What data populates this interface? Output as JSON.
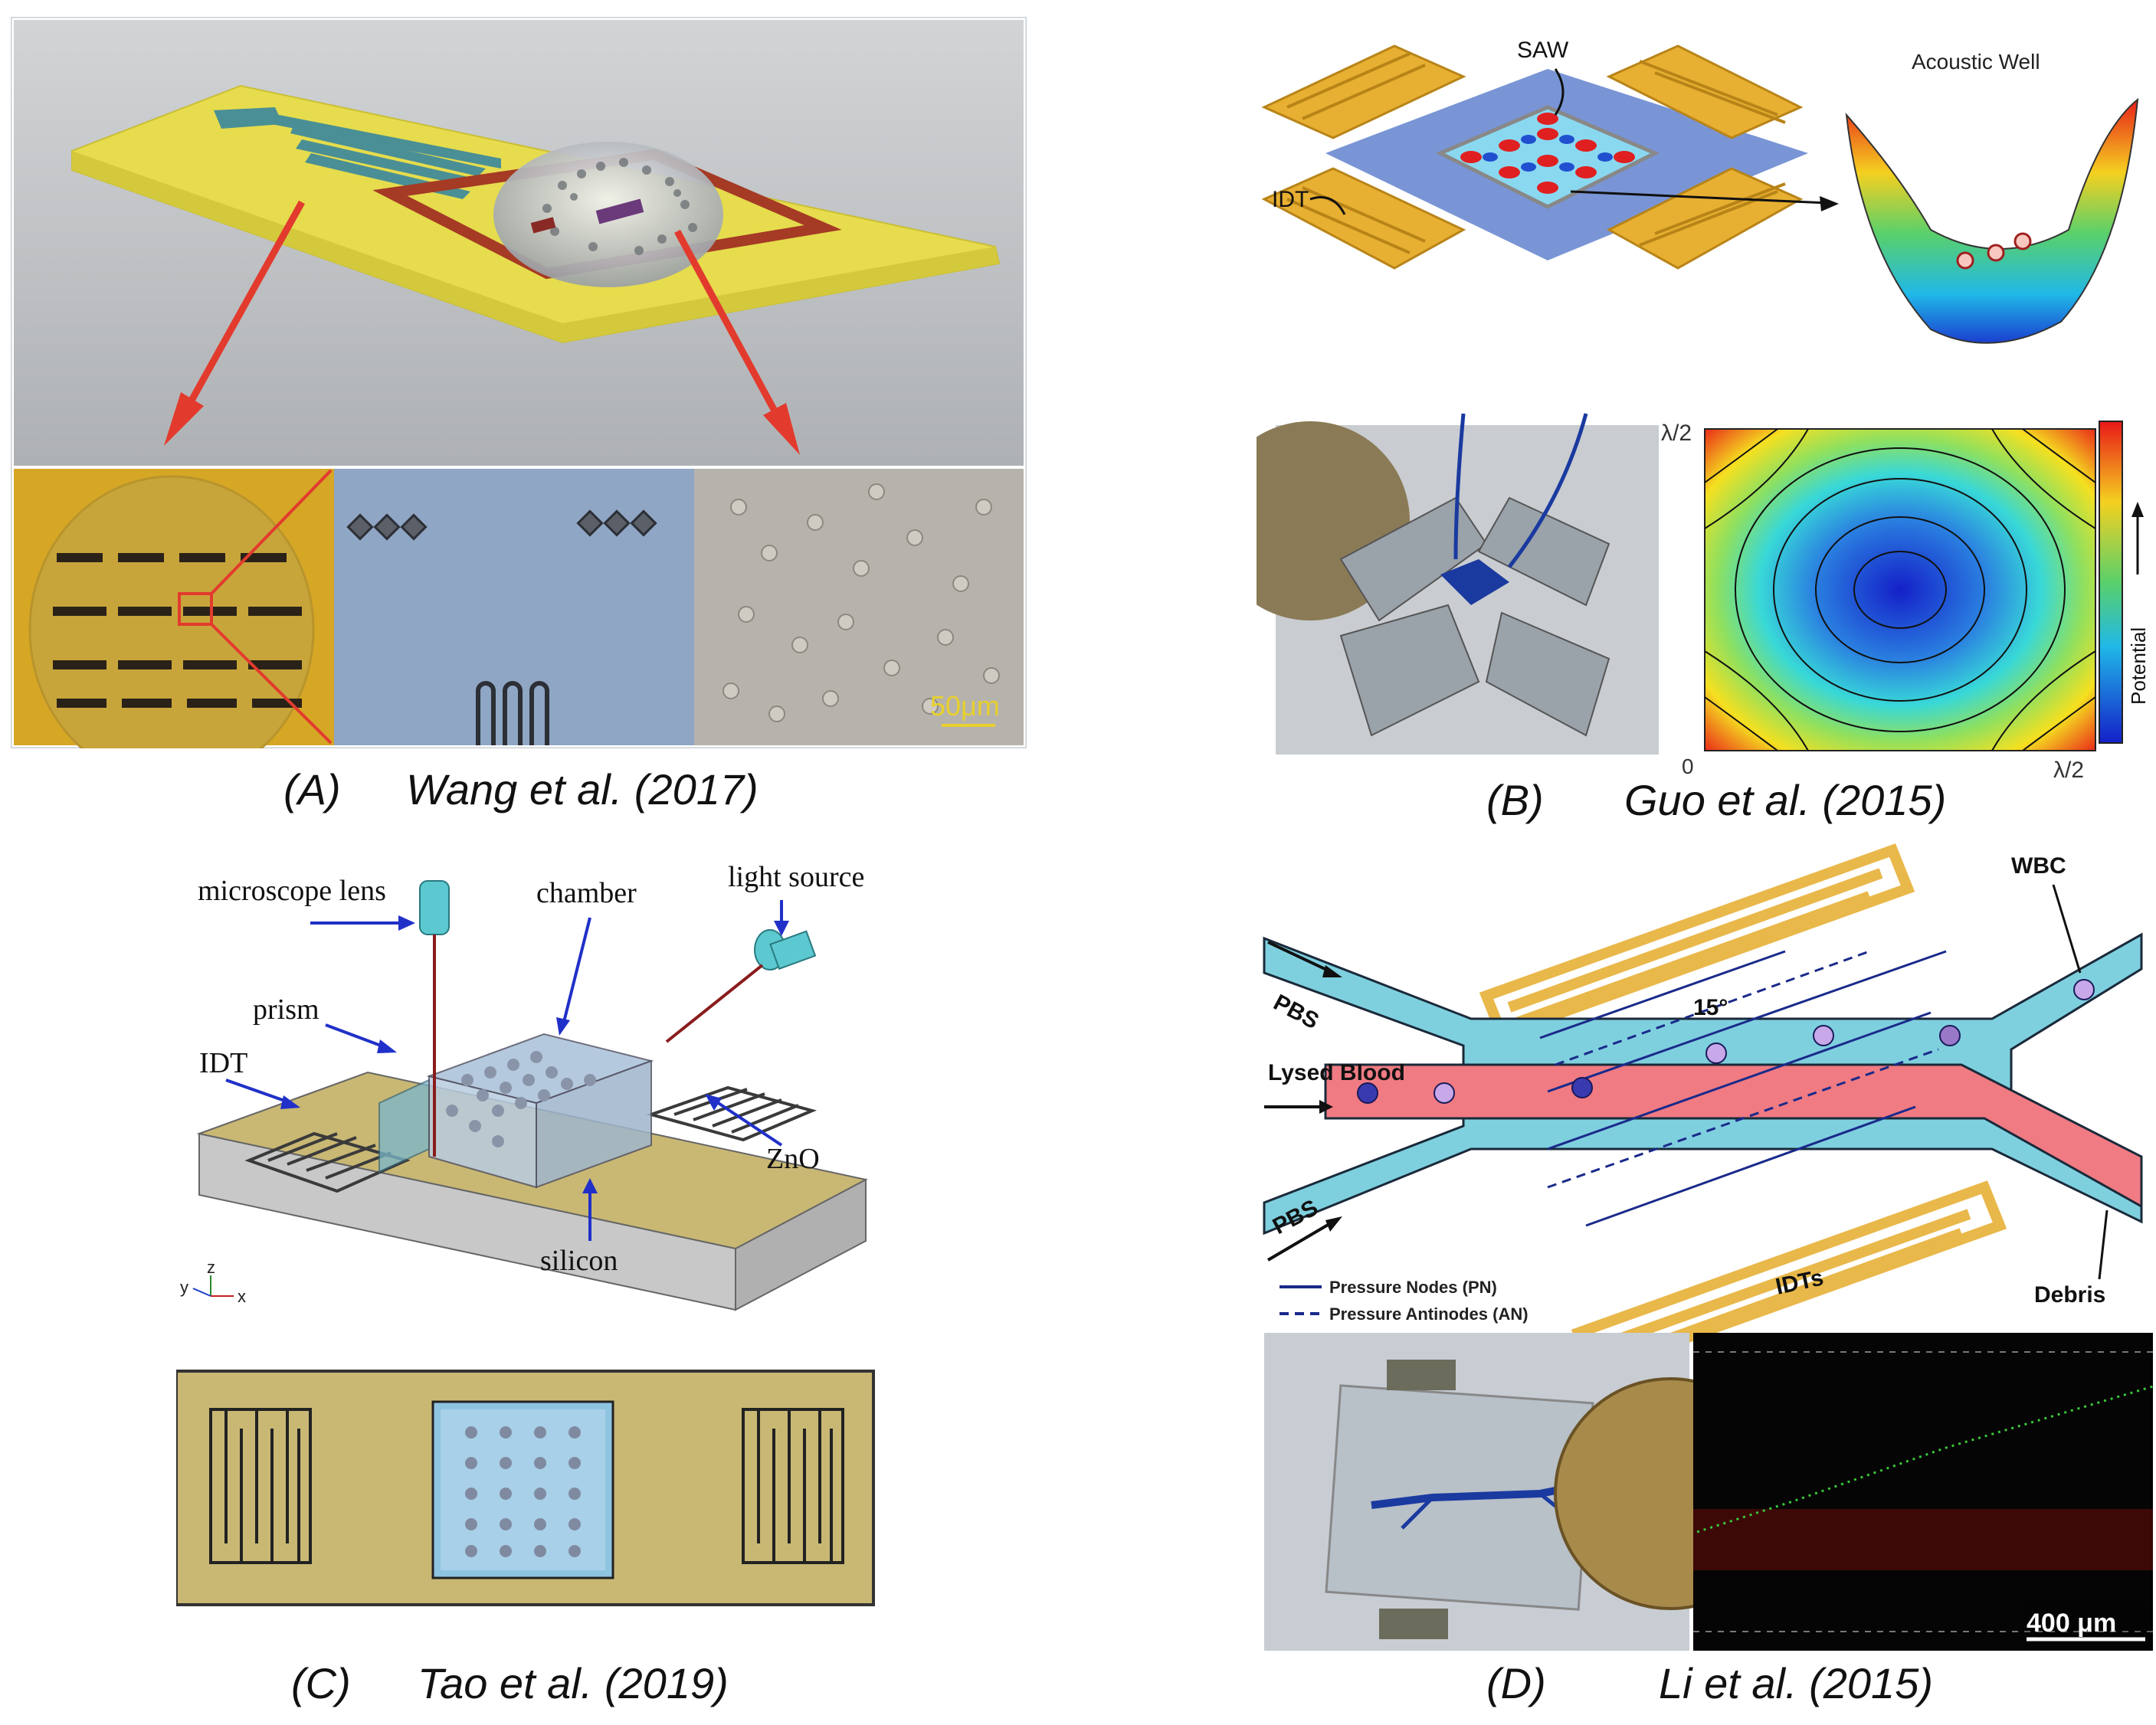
{
  "panel_a": {
    "scale_bar": "50μm",
    "caption_letter": "(A)",
    "caption_ref": "Wang et al. (2017)"
  },
  "panel_b": {
    "saw_label": "SAW",
    "idt_label": "IDT",
    "well_title": "Acoustic Well",
    "axis_top": "λ/2",
    "axis_origin": "0",
    "axis_right": "λ/2",
    "colorbar_label": "Potential",
    "caption_letter": "(B)",
    "caption_ref": "Guo et al. (2015)"
  },
  "panel_c": {
    "labels": {
      "microscope_lens": "microscope lens",
      "chamber": "chamber",
      "light_source": "light source",
      "prism": "prism",
      "idt": "IDT",
      "zno": "ZnO",
      "silicon": "silicon"
    },
    "axes3d": {
      "x": "x",
      "y": "y",
      "z": "z"
    },
    "caption_letter": "(C)",
    "caption_ref": "Tao et al. (2019)"
  },
  "panel_d": {
    "labels": {
      "pbs_top": "PBS",
      "pbs_bottom": "PBS",
      "lysed_blood": "Lysed Blood",
      "wbc": "WBC",
      "angle": "15°",
      "idts": "IDTs",
      "debris": "Debris"
    },
    "legend": {
      "pn": "Pressure Nodes (PN)",
      "an": "Pressure Antinodes (AN)"
    },
    "scale_bar": "400 μm",
    "caption_letter": "(D)",
    "caption_ref": "Li et al. (2015)"
  },
  "colors": {
    "gold": "#e9b84a",
    "yellow_substrate": "#e9df55",
    "channel_blue": "#7fd0df",
    "blood_red": "#f07b83",
    "olive_substrate": "#c9b874",
    "red_arrow": "#e23b2e"
  }
}
